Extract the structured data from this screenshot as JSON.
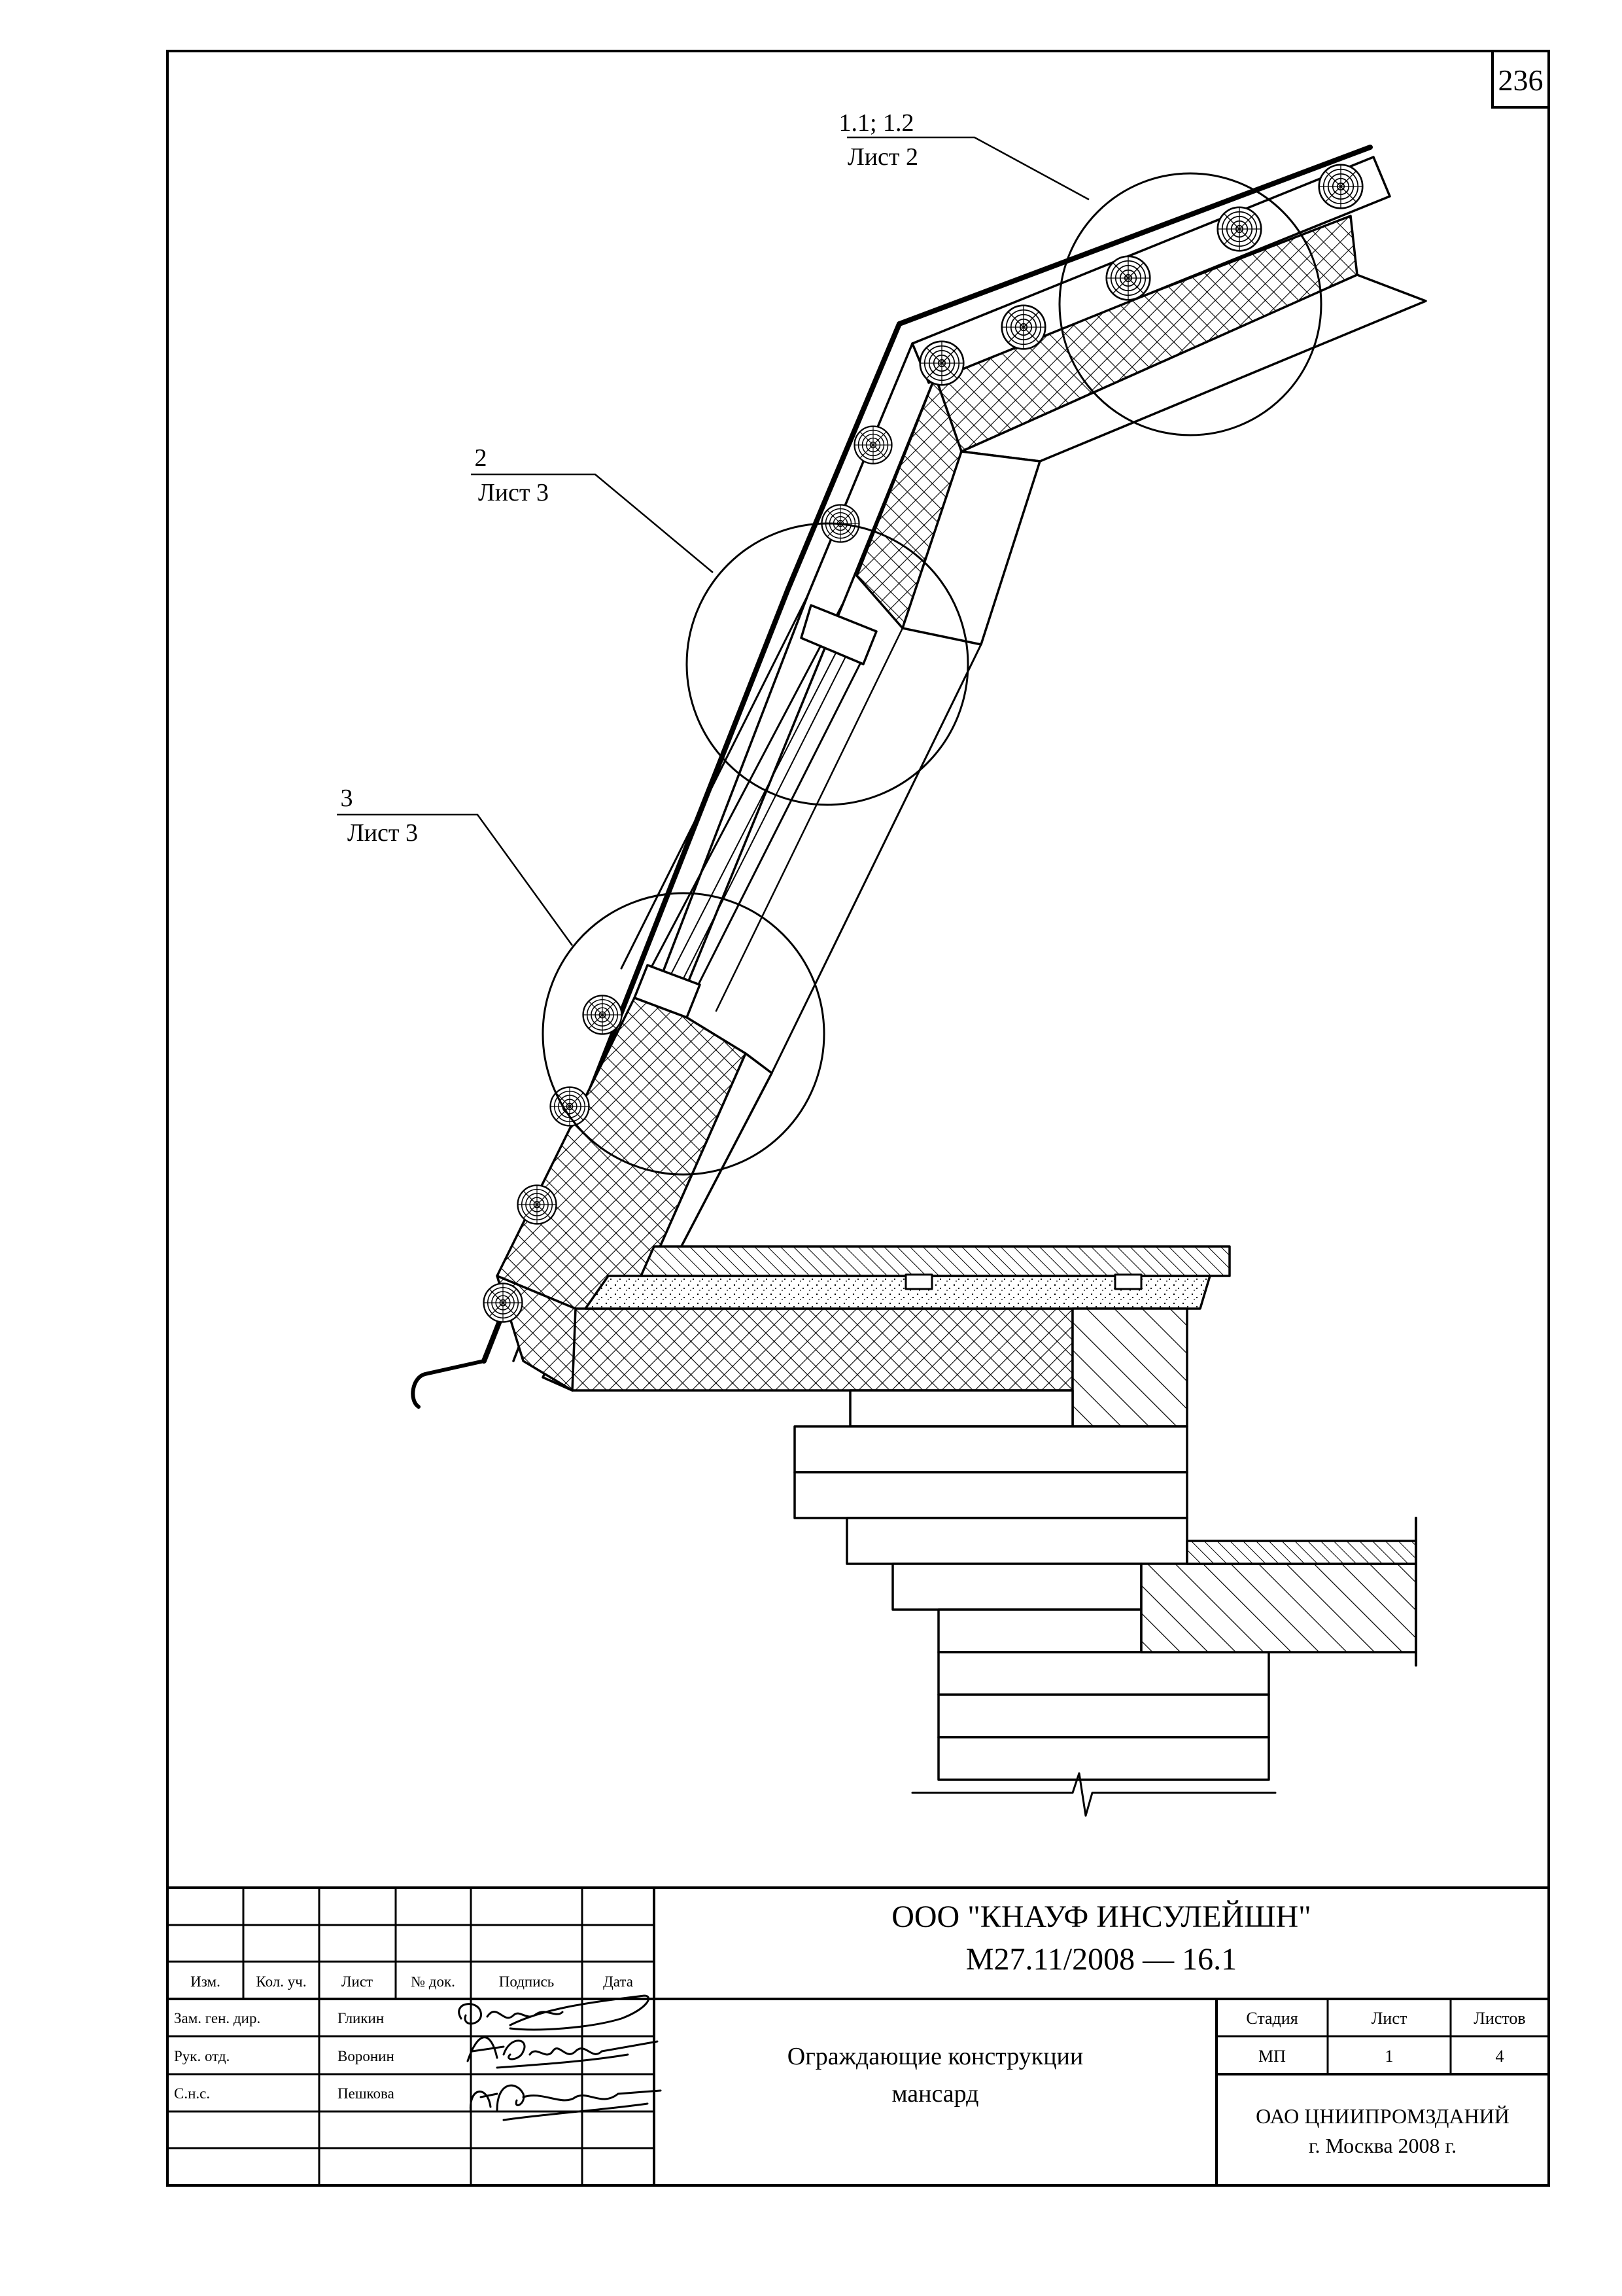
{
  "page_number": "236",
  "callouts": [
    {
      "num": "1.1; 1.2",
      "sheet": "Лист 2"
    },
    {
      "num": "2",
      "sheet": "Лист 3"
    },
    {
      "num": "3",
      "sheet": "Лист 3"
    }
  ],
  "title_block": {
    "company": "ООО \"КНАУФ ИНСУЛЕЙШН\"",
    "doc_code": "М27.11/2008 — 16.1",
    "headers": {
      "izm": "Изм.",
      "kol": "Кол. уч.",
      "list": "Лист",
      "doc": "№ док.",
      "sign": "Подпись",
      "date": "Дата"
    },
    "people": [
      {
        "role": "Зам. ген. дир.",
        "name": "Гликин"
      },
      {
        "role": "Рук. отд.",
        "name": "Воронин"
      },
      {
        "role": "С.н.с.",
        "name": "Пешкова"
      }
    ],
    "description_line1": "Ограждающие конструкции",
    "description_line2": "мансард",
    "stage_header": "Стадия",
    "sheet_header": "Лист",
    "sheets_header": "Листов",
    "stage_value": "МП",
    "sheet_value": "1",
    "sheets_value": "4",
    "org_line1": "ОАО ЦНИИПРОМЗДАНИЙ",
    "org_line2": "г. Москва 2008 г."
  }
}
